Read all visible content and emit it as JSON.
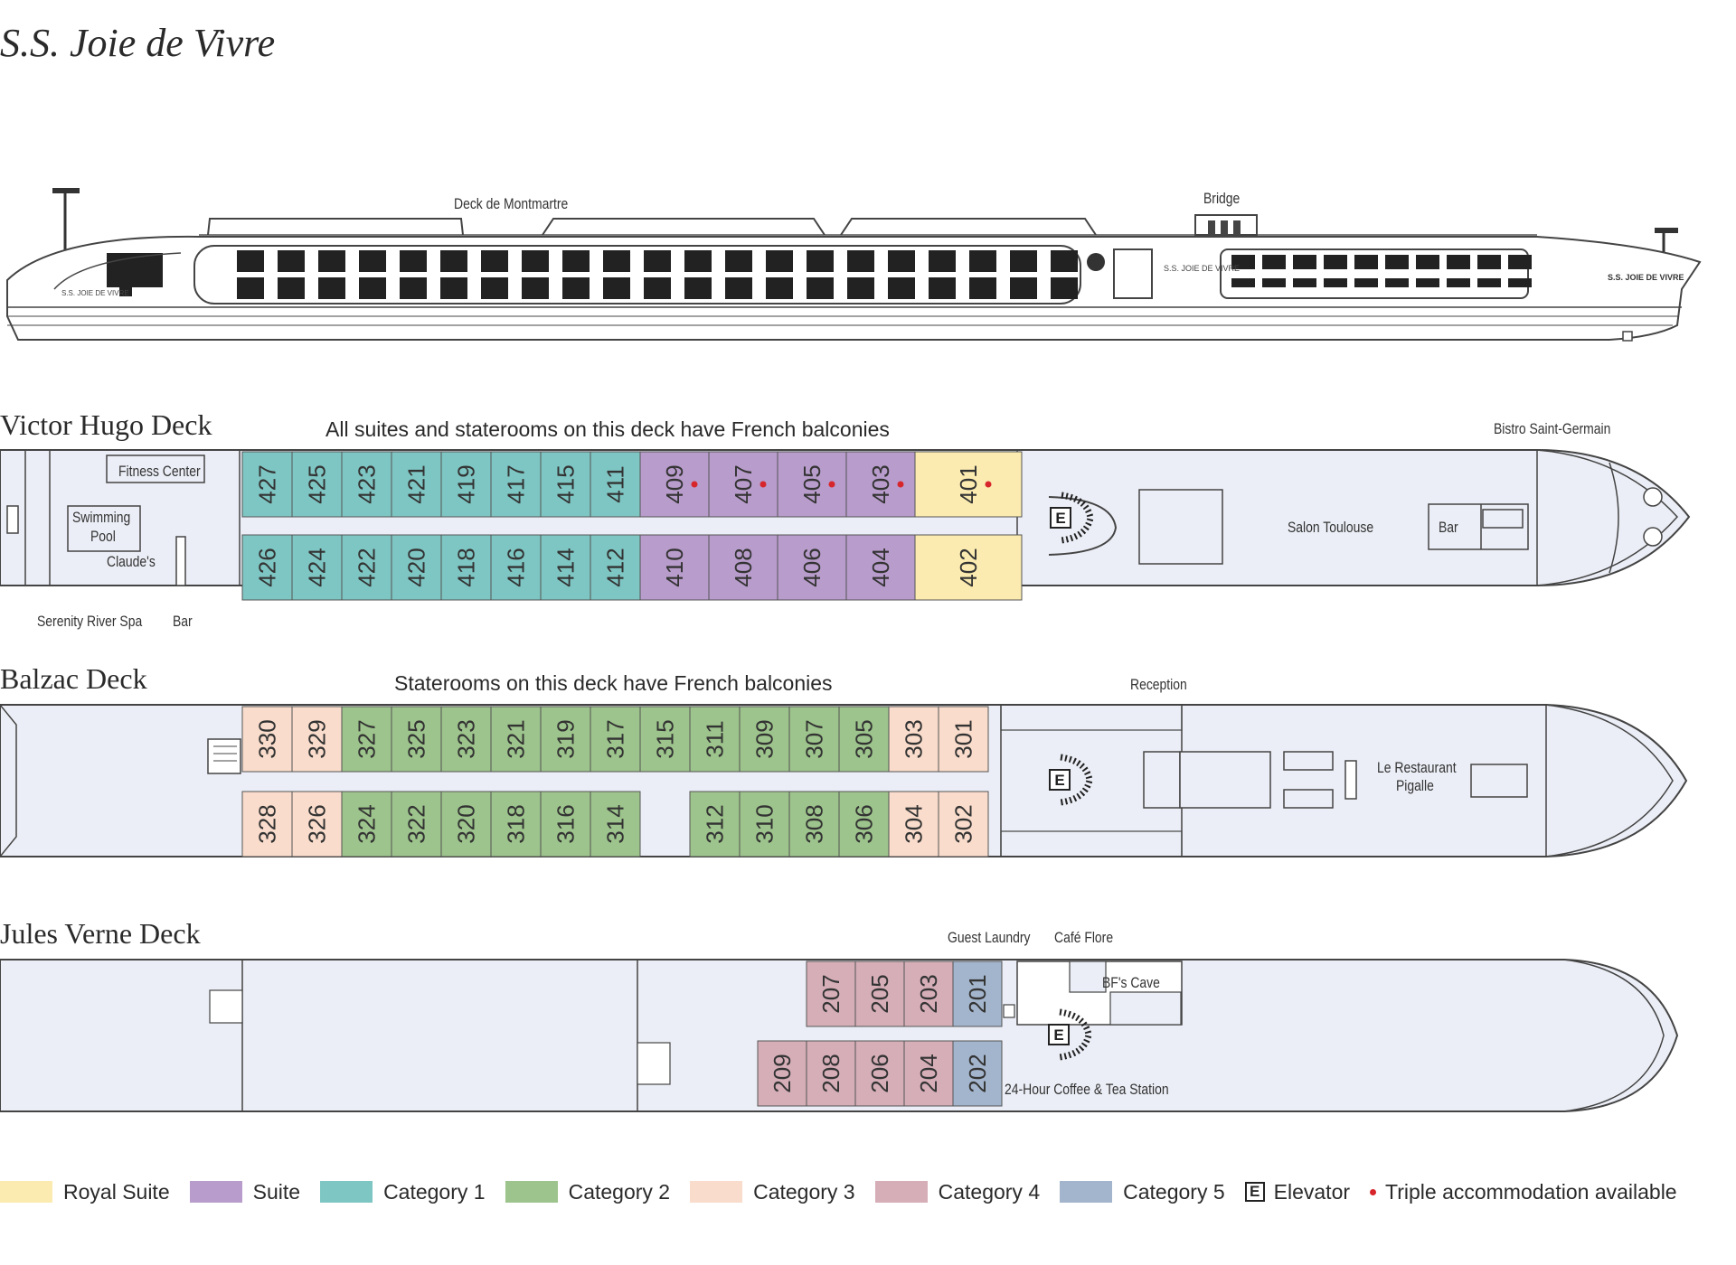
{
  "title": "S.S. Joie de Vivre",
  "profile": {
    "deck_label": "Deck de Montmartre",
    "bridge_label": "Bridge",
    "hull_name_small": "S.S. JOIE DE VIVRE"
  },
  "colors": {
    "royal_suite": "#FBEBB0",
    "suite": "#B89CCB",
    "category_1": "#7EC6C3",
    "category_2": "#9DC48C",
    "category_3": "#F9DCCB",
    "category_4": "#D5AEB8",
    "category_5": "#A3B5CC",
    "deck_fill": "#EBEEF6",
    "triple_dot": "#D7262B"
  },
  "decks": {
    "victor_hugo": {
      "name": "Victor Hugo Deck",
      "note": "All suites and staterooms on this deck have French balconies",
      "top_row": [
        {
          "num": "427",
          "cat": "category_1",
          "triple": false
        },
        {
          "num": "425",
          "cat": "category_1",
          "triple": false
        },
        {
          "num": "423",
          "cat": "category_1",
          "triple": false
        },
        {
          "num": "421",
          "cat": "category_1",
          "triple": false
        },
        {
          "num": "419",
          "cat": "category_1",
          "triple": false
        },
        {
          "num": "417",
          "cat": "category_1",
          "triple": false
        },
        {
          "num": "415",
          "cat": "category_1",
          "triple": false
        },
        {
          "num": "411",
          "cat": "category_1",
          "triple": false
        },
        {
          "num": "409",
          "cat": "suite",
          "triple": true
        },
        {
          "num": "407",
          "cat": "suite",
          "triple": true
        },
        {
          "num": "405",
          "cat": "suite",
          "triple": true
        },
        {
          "num": "403",
          "cat": "suite",
          "triple": true
        },
        {
          "num": "401",
          "cat": "royal_suite",
          "triple": true
        }
      ],
      "bottom_row": [
        {
          "num": "426",
          "cat": "category_1",
          "triple": false
        },
        {
          "num": "424",
          "cat": "category_1",
          "triple": false
        },
        {
          "num": "422",
          "cat": "category_1",
          "triple": false
        },
        {
          "num": "420",
          "cat": "category_1",
          "triple": false
        },
        {
          "num": "418",
          "cat": "category_1",
          "triple": false
        },
        {
          "num": "416",
          "cat": "category_1",
          "triple": false
        },
        {
          "num": "414",
          "cat": "category_1",
          "triple": false
        },
        {
          "num": "412",
          "cat": "category_1",
          "triple": false
        },
        {
          "num": "410",
          "cat": "suite",
          "triple": false
        },
        {
          "num": "408",
          "cat": "suite",
          "triple": false
        },
        {
          "num": "406",
          "cat": "suite",
          "triple": false
        },
        {
          "num": "404",
          "cat": "suite",
          "triple": false
        },
        {
          "num": "402",
          "cat": "royal_suite",
          "triple": false
        }
      ],
      "labels": {
        "fitness": "Fitness Center",
        "pool_1": "Swimming",
        "pool_2": "Pool",
        "claudes": "Claude's",
        "spa": "Serenity River Spa",
        "bar_aft": "Bar",
        "salon": "Salon Toulouse",
        "bar_fwd": "Bar",
        "bistro": "Bistro Saint-Germain"
      }
    },
    "balzac": {
      "name": "Balzac Deck",
      "note": "Staterooms on this deck have French balconies",
      "top_row": [
        {
          "num": "330",
          "cat": "category_3"
        },
        {
          "num": "329",
          "cat": "category_3"
        },
        {
          "num": "327",
          "cat": "category_2"
        },
        {
          "num": "325",
          "cat": "category_2"
        },
        {
          "num": "323",
          "cat": "category_2"
        },
        {
          "num": "321",
          "cat": "category_2"
        },
        {
          "num": "319",
          "cat": "category_2"
        },
        {
          "num": "317",
          "cat": "category_2"
        },
        {
          "num": "315",
          "cat": "category_2"
        },
        {
          "num": "311",
          "cat": "category_2"
        },
        {
          "num": "309",
          "cat": "category_2"
        },
        {
          "num": "307",
          "cat": "category_2"
        },
        {
          "num": "305",
          "cat": "category_2"
        },
        {
          "num": "303",
          "cat": "category_3"
        },
        {
          "num": "301",
          "cat": "category_3"
        }
      ],
      "bottom_row": [
        {
          "num": "328",
          "cat": "category_3"
        },
        {
          "num": "326",
          "cat": "category_3"
        },
        {
          "num": "324",
          "cat": "category_2"
        },
        {
          "num": "322",
          "cat": "category_2"
        },
        {
          "num": "320",
          "cat": "category_2"
        },
        {
          "num": "318",
          "cat": "category_2"
        },
        {
          "num": "316",
          "cat": "category_2"
        },
        {
          "num": "314",
          "cat": "category_2"
        },
        {
          "num": "",
          "cat": "none"
        },
        {
          "num": "312",
          "cat": "category_2"
        },
        {
          "num": "310",
          "cat": "category_2"
        },
        {
          "num": "308",
          "cat": "category_2"
        },
        {
          "num": "306",
          "cat": "category_2"
        },
        {
          "num": "304",
          "cat": "category_3"
        },
        {
          "num": "302",
          "cat": "category_3"
        }
      ],
      "labels": {
        "reception": "Reception",
        "restaurant_1": "Le Restaurant",
        "restaurant_2": "Pigalle"
      }
    },
    "jules_verne": {
      "name": "Jules Verne Deck",
      "top_row": [
        {
          "num": "207",
          "cat": "category_4"
        },
        {
          "num": "205",
          "cat": "category_4"
        },
        {
          "num": "203",
          "cat": "category_4"
        },
        {
          "num": "201",
          "cat": "category_5"
        }
      ],
      "bottom_row": [
        {
          "num": "209",
          "cat": "category_4"
        },
        {
          "num": "208",
          "cat": "category_4"
        },
        {
          "num": "206",
          "cat": "category_4"
        },
        {
          "num": "204",
          "cat": "category_4"
        },
        {
          "num": "202",
          "cat": "category_5"
        }
      ],
      "labels": {
        "laundry": "Guest Laundry",
        "cafe": "Café Flore",
        "cave": "BF's Cave",
        "coffee": "24-Hour Coffee & Tea Station"
      }
    }
  },
  "elevator_glyph": "E",
  "legend": [
    {
      "label": "Royal Suite",
      "key": "royal_suite"
    },
    {
      "label": "Suite",
      "key": "suite"
    },
    {
      "label": "Category 1",
      "key": "category_1"
    },
    {
      "label": "Category 2",
      "key": "category_2"
    },
    {
      "label": "Category 3",
      "key": "category_3"
    },
    {
      "label": "Category 4",
      "key": "category_4"
    },
    {
      "label": "Category 5",
      "key": "category_5"
    }
  ],
  "legend_elevator": "Elevator",
  "legend_triple": "Triple accommodation available"
}
